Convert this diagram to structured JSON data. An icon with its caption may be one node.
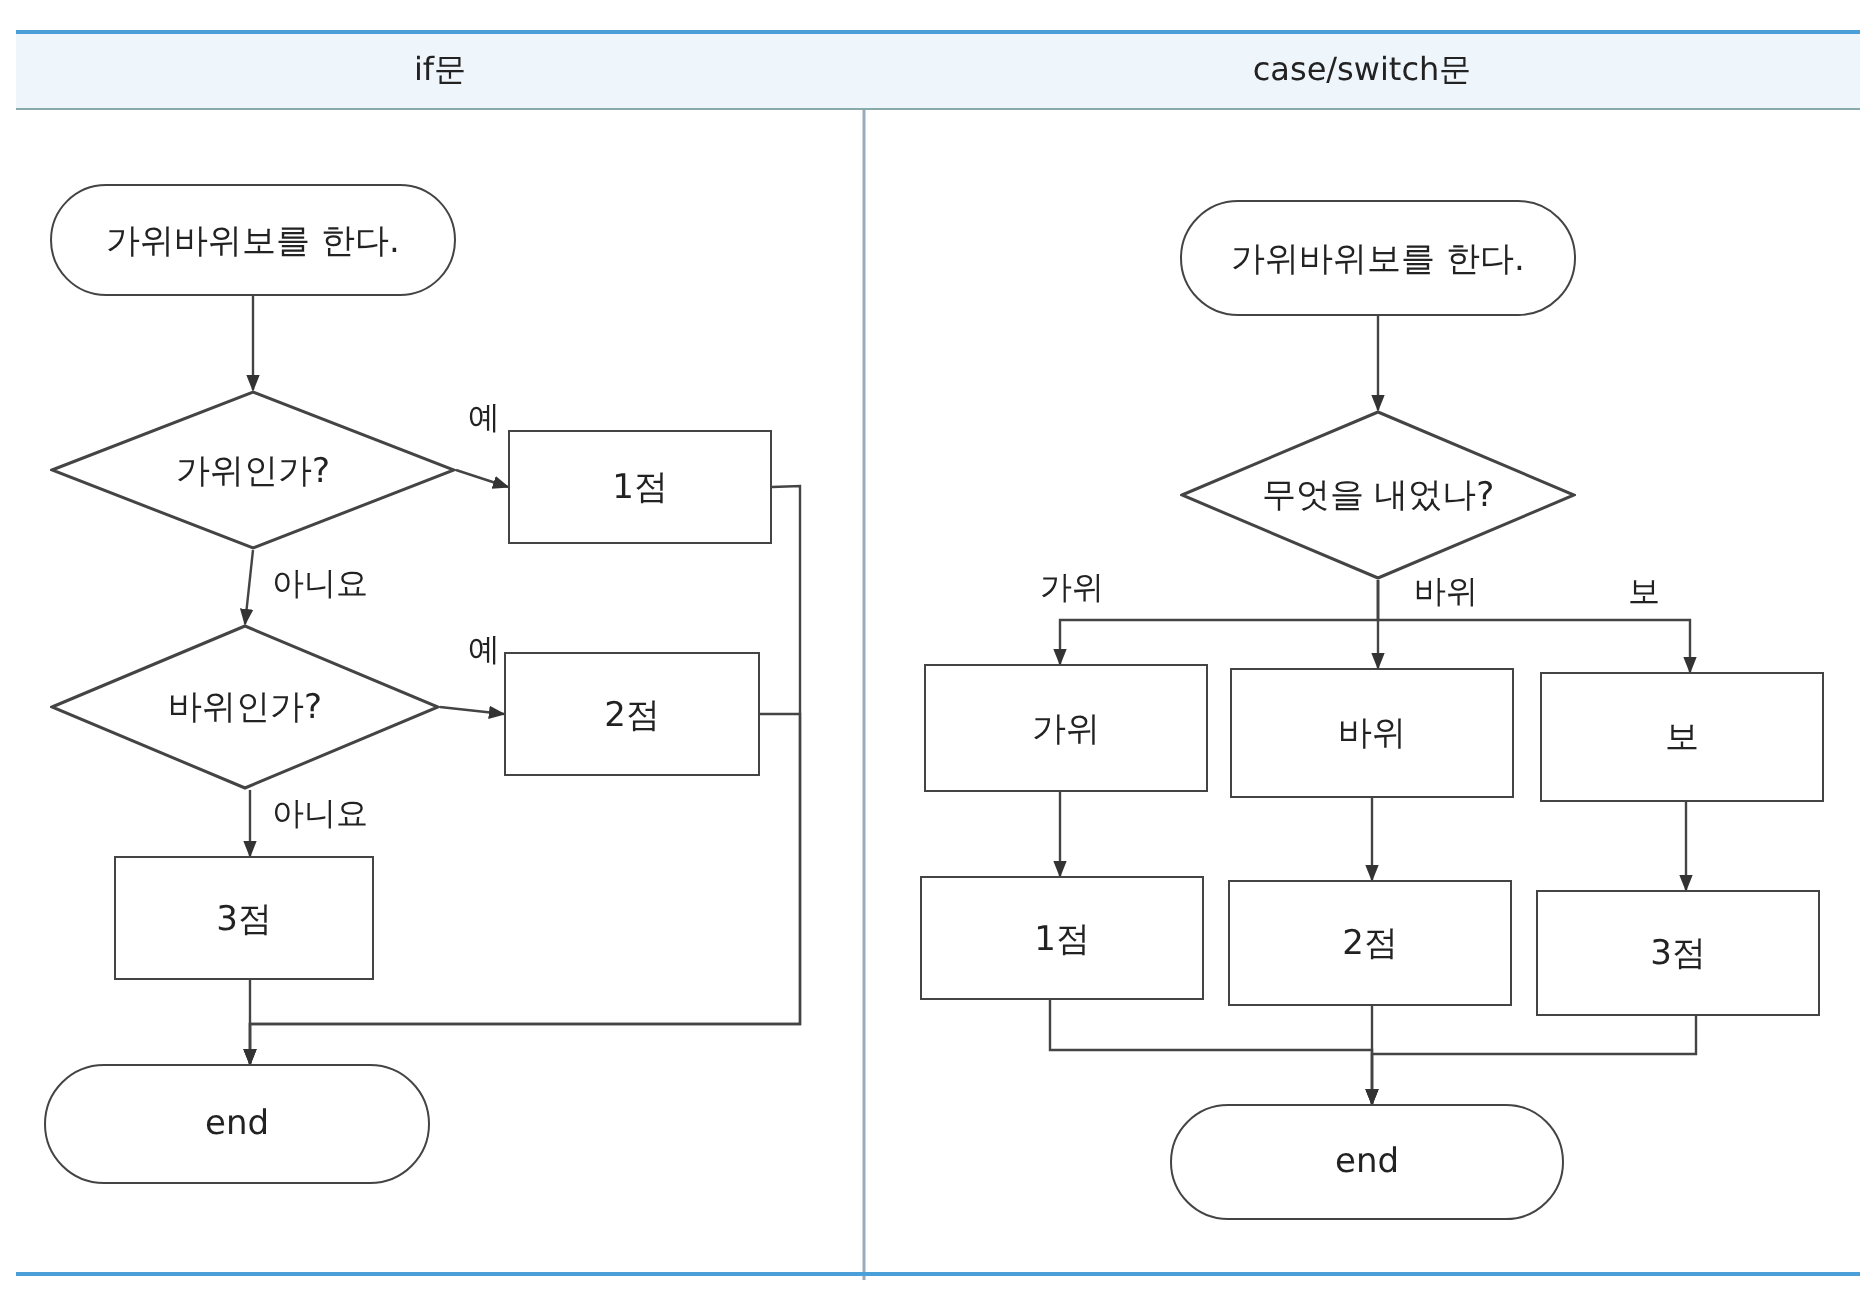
{
  "diagram": {
    "nodes": [
      {
        "text": [
          "if문"
        ]
      },
      {
        "text": [
          "case/switch문"
        ]
      },
      {
        "text": [
          "가위바위보를 한다."
        ]
      },
      {
        "text": [
          "가위인가?"
        ]
      },
      {
        "text": [
          "1점"
        ]
      },
      {
        "text": [
          "바위인가?"
        ]
      },
      {
        "text": [
          "2점"
        ]
      },
      {
        "text": [
          "3점"
        ]
      },
      {
        "text": [
          "end"
        ]
      },
      {
        "text": [
          "가위바위보를 한다."
        ]
      },
      {
        "text": [
          "무엇을 내었나?"
        ]
      },
      {
        "text": [
          "가위"
        ]
      },
      {
        "text": [
          "바위"
        ]
      },
      {
        "text": [
          "보"
        ]
      },
      {
        "text": [
          "1점"
        ]
      },
      {
        "text": [
          "2점"
        ]
      },
      {
        "text": [
          "3점"
        ]
      },
      {
        "text": [
          "end"
        ]
      }
    ],
    "edges": [
      {
        "from": 2,
        "to": 3,
        "arrow": "to"
      },
      {
        "from": 3,
        "to": 4,
        "arrow": "to",
        "label": "예"
      },
      {
        "from": 3,
        "to": 5,
        "arrow": "to",
        "label": "아니요"
      },
      {
        "from": 5,
        "to": 6,
        "arrow": "to",
        "label": "예"
      },
      {
        "from": 5,
        "to": 7,
        "arrow": "to",
        "label": "아니요"
      },
      {
        "from": 4,
        "to": 8,
        "arrow": "to"
      },
      {
        "from": 6,
        "to": 8,
        "arrow": "to"
      },
      {
        "from": 7,
        "to": 8,
        "arrow": "to"
      },
      {
        "from": 9,
        "to": 10,
        "arrow": "to"
      },
      {
        "from": 10,
        "to": 11,
        "arrow": "to",
        "label": "가위"
      },
      {
        "from": 10,
        "to": 12,
        "arrow": "to",
        "label": "바위"
      },
      {
        "from": 10,
        "to": 13,
        "arrow": "to",
        "label": "보"
      },
      {
        "from": 11,
        "to": 14,
        "arrow": "to"
      },
      {
        "from": 12,
        "to": 15,
        "arrow": "to"
      },
      {
        "from": 13,
        "to": 16,
        "arrow": "to"
      },
      {
        "from": 14,
        "to": 17,
        "arrow": "to"
      },
      {
        "from": 15,
        "to": 17,
        "arrow": "to"
      },
      {
        "from": 16,
        "to": 17,
        "arrow": "to"
      }
    ]
  }
}
